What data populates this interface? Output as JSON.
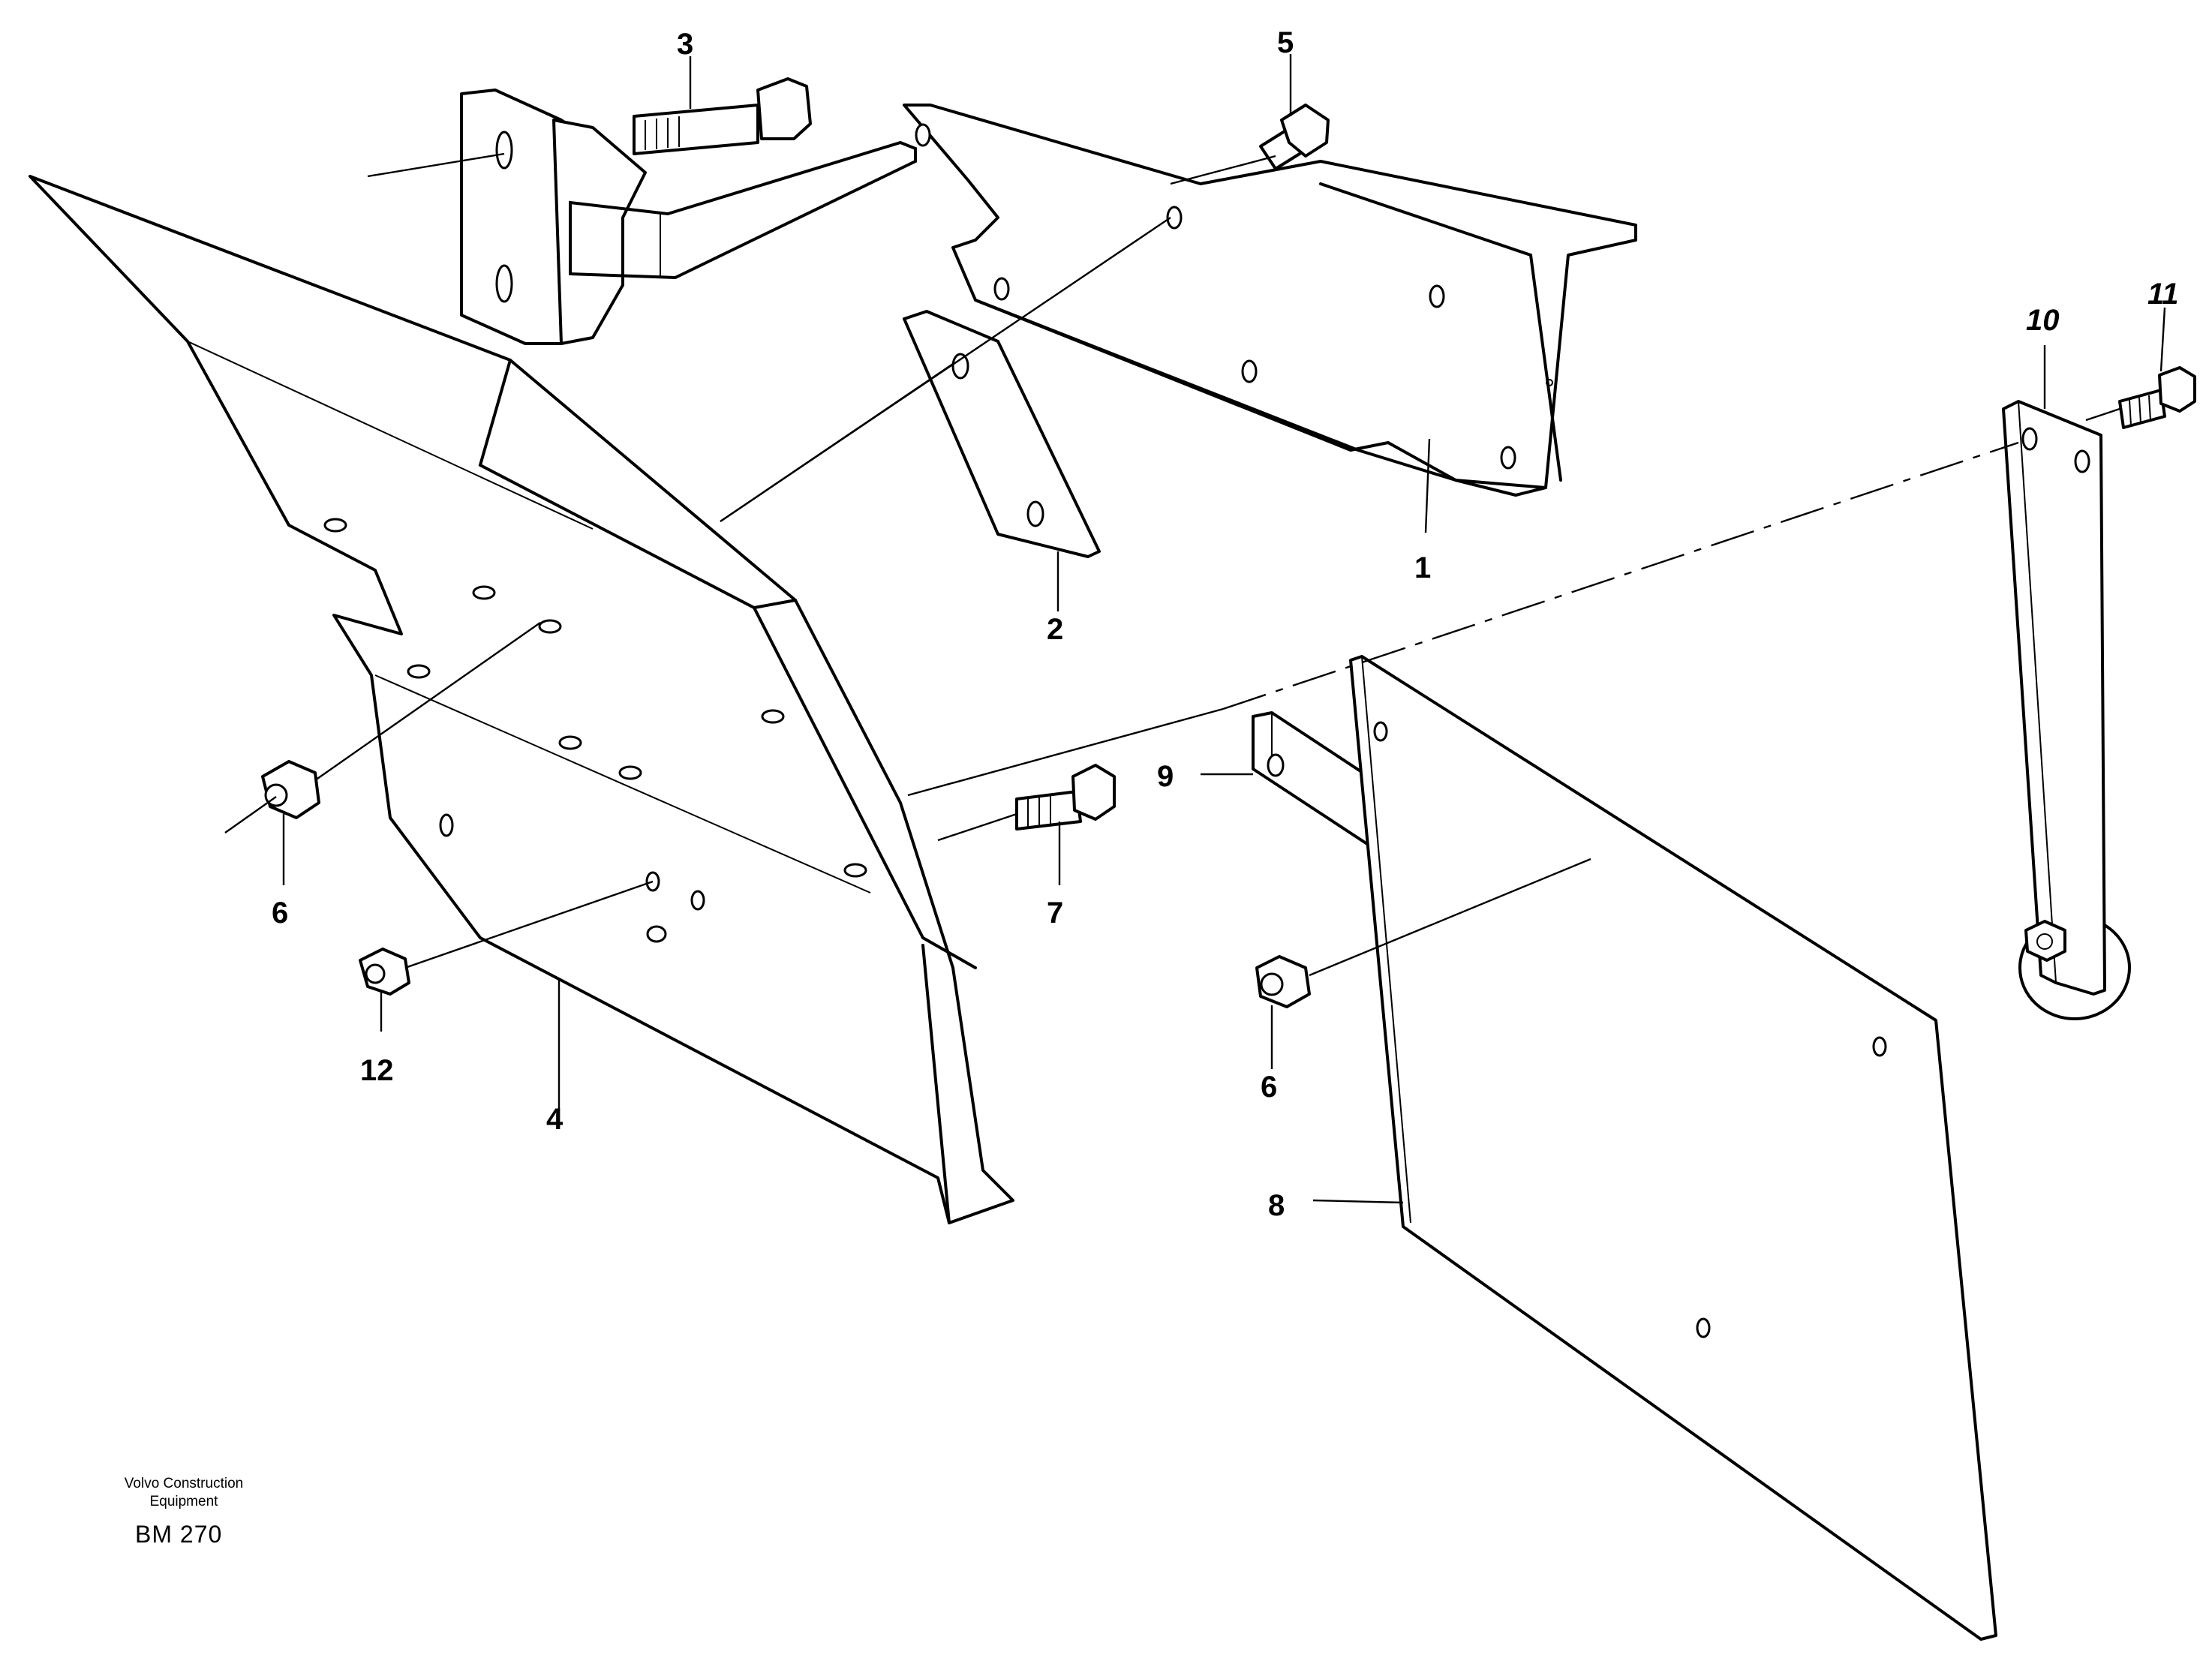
{
  "drawing": {
    "publisher_line1": "Volvo Construction",
    "publisher_line2": "Equipment",
    "code": "BM 270"
  },
  "callouts": [
    "1",
    "2",
    "3",
    "4",
    "5",
    "6",
    "6",
    "7",
    "8",
    "9",
    "10",
    "11",
    "12"
  ],
  "colors": {
    "line": "#000000",
    "paper": "#ffffff"
  }
}
